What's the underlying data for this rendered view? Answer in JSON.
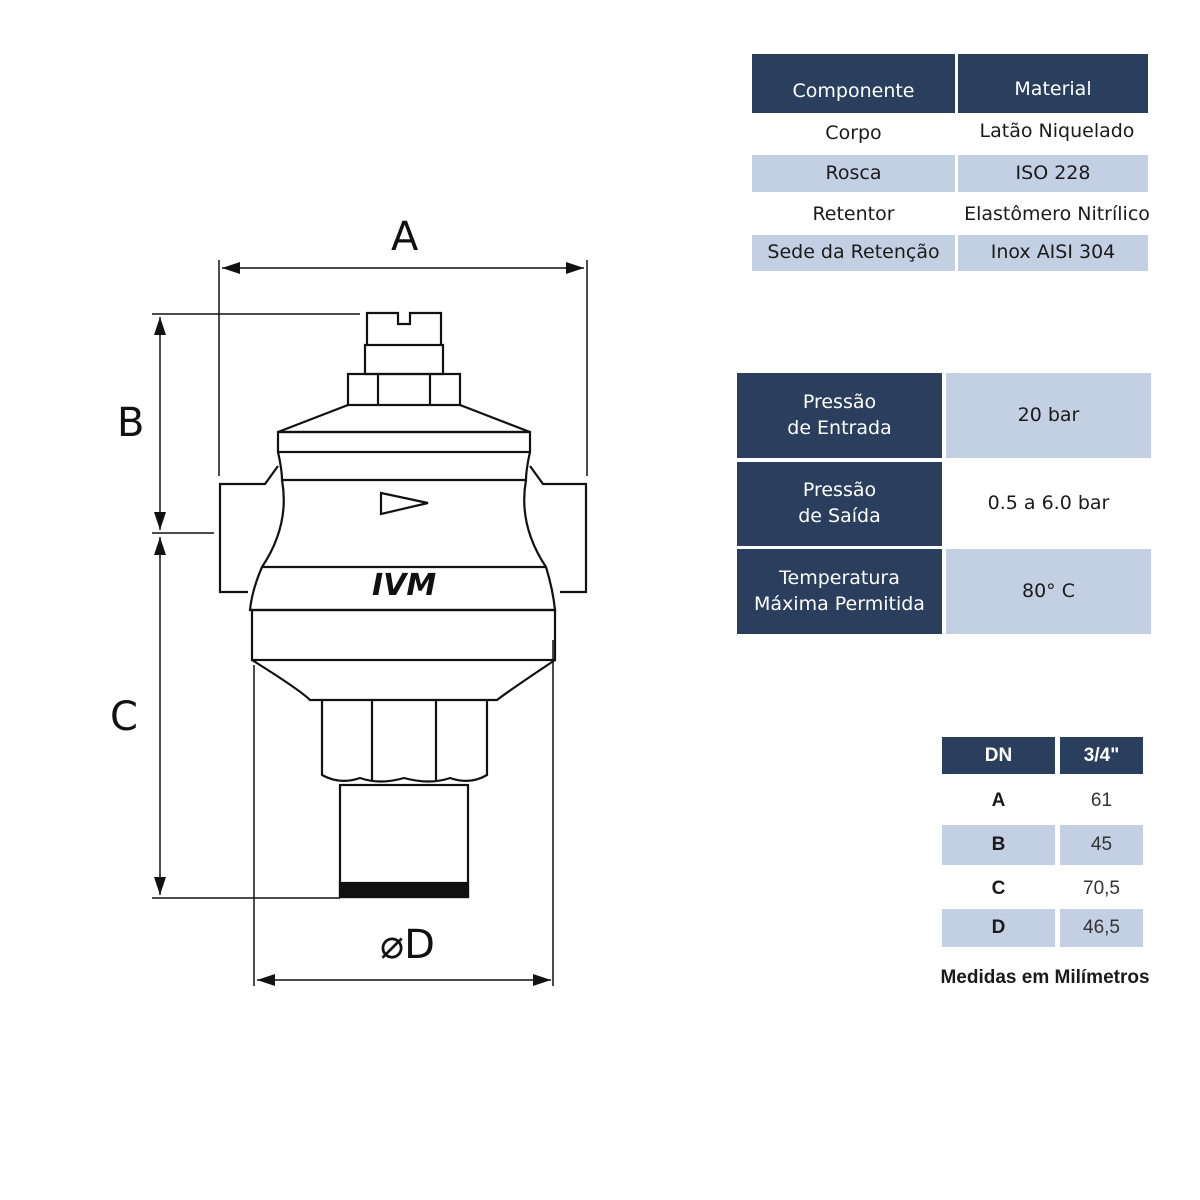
{
  "drawing": {
    "label_a": "A",
    "label_b": "B",
    "label_c": "C",
    "label_d": "⌀D",
    "brand": "IVM"
  },
  "materials": {
    "headers": [
      "Componente",
      "Material"
    ],
    "rows": [
      [
        "Corpo",
        "Latão Niquelado"
      ],
      [
        "Rosca",
        "ISO 228"
      ],
      [
        "Retentor",
        "Elastômero Nitrílico"
      ],
      [
        "Sede da Retenção",
        "Inox AISI 304"
      ]
    ]
  },
  "specs": {
    "rows": [
      [
        "Pressão\nde Entrada",
        "20 bar"
      ],
      [
        "Pressão\nde Saída",
        "0.5 a 6.0 bar"
      ],
      [
        "Temperatura\nMáxima Permitida",
        "80° C"
      ]
    ]
  },
  "dimensions": {
    "headers": [
      "DN",
      "3/4\""
    ],
    "rows": [
      [
        "A",
        "61"
      ],
      [
        "B",
        "45"
      ],
      [
        "C",
        "70,5"
      ],
      [
        "D",
        "46,5"
      ]
    ],
    "note": "Medidas em Milímetros"
  },
  "colors": {
    "dark": "#2a3f5e",
    "light": "#c3d0e3"
  }
}
